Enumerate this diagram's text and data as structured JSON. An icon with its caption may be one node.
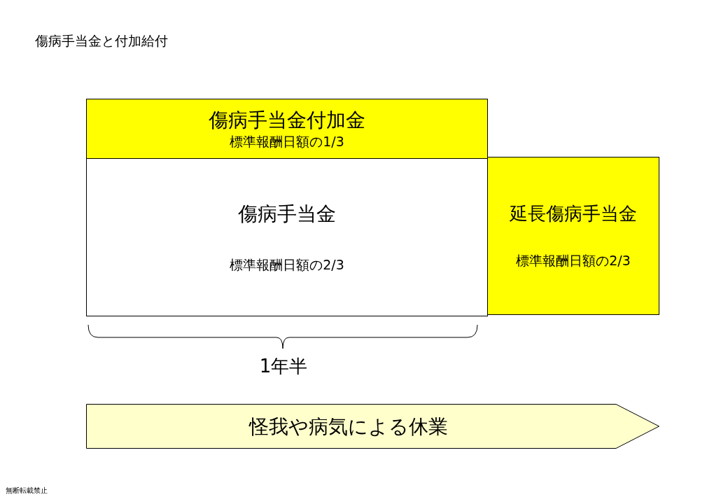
{
  "diagram": {
    "title": "傷病手当金と付加給付",
    "nodes": [
      {
        "text": [
          "傷病手当金付加金",
          "標準報酬日額の1/3"
        ]
      },
      {
        "text": [
          "傷病手当金",
          "標準報酬日額の2/3"
        ]
      },
      {
        "text": [
          "延長傷病手当金",
          "標準報酬日額の2/3"
        ]
      },
      {
        "text": [
          "怪我や病気による休業"
        ]
      }
    ],
    "edges": [],
    "labels": [
      "1年半",
      "無断転載禁止"
    ]
  }
}
